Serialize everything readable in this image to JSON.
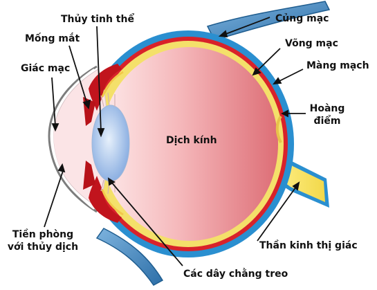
{
  "labels": {
    "lens": "Thủy tinh thể",
    "iris": "Mống mắt",
    "cornea": "Giác mạc",
    "sclera": "Củng mạc",
    "retina": "Võng mạc",
    "choroid": "Màng mạch",
    "macula_line1": "Hoàng",
    "macula_line2": "điểm",
    "vitreous": "Dịch kính",
    "anterior_line1": "Tiền phòng",
    "anterior_line2": "với thủy dịch",
    "optic_nerve": "Thần kinh thị giác",
    "zonules": "Các dây chằng treo"
  },
  "colors": {
    "sclera": "#2a8fd0",
    "choroid": "#d8222a",
    "retina": "#f4e06a",
    "vitreous_light": "#fbe3e3",
    "vitreous_dark": "#e07a80",
    "lens": "#a9c9ee",
    "optic_nerve": "#f7e46a",
    "muscle": "#4a8ec4",
    "text": "#111111"
  }
}
